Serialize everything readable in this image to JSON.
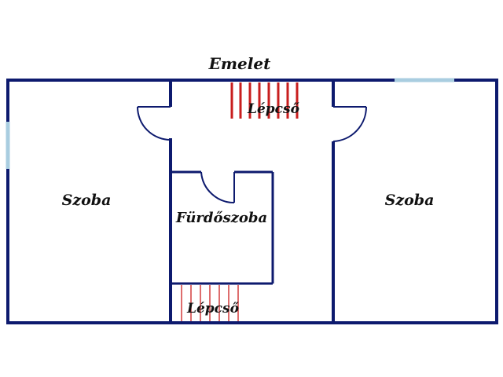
{
  "title": "Emelet",
  "rooms": {
    "left": "Szoba",
    "right": "Szoba",
    "bathroom": "Fürdőszoba",
    "stairs_top": "Lépcső",
    "stairs_bottom": "Lépcső"
  },
  "colors": {
    "wall": "#0d1a6e",
    "window": "#a9cde0",
    "stairs_top": "#c81e1e",
    "stairs_bottom": "#d23c3c",
    "text": "#111111",
    "background": "#ffffff"
  }
}
